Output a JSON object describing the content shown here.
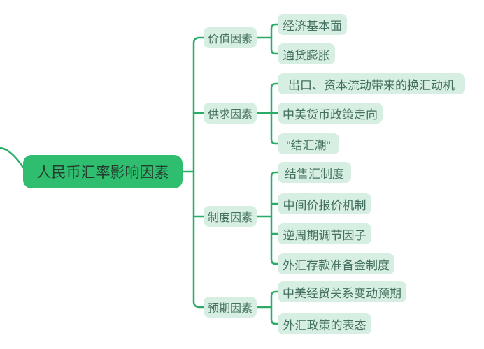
{
  "colors": {
    "root_fill": "#2fbe70",
    "root_text": "#253c2d",
    "node_fill": "#d7efe2",
    "node_text": "#44705f",
    "line": "#2bab68",
    "background": "#ffffff"
  },
  "mindmap": {
    "root": {
      "label": "人民币汇率影响因素"
    },
    "branches": [
      {
        "label": "价值因素",
        "children": [
          {
            "label": "经济基本面"
          },
          {
            "label": "通货膨胀"
          }
        ]
      },
      {
        "label": "供求因素",
        "children": [
          {
            "label": "出口、资本流动带来的换汇动机"
          },
          {
            "label": "中美货币政策走向"
          },
          {
            "label": "\"结汇潮\""
          }
        ]
      },
      {
        "label": "制度因素",
        "children": [
          {
            "label": "结售汇制度"
          },
          {
            "label": "中间价报价机制"
          },
          {
            "label": "逆周期调节因子"
          },
          {
            "label": "外汇存款准备金制度"
          }
        ]
      },
      {
        "label": "预期因素",
        "children": [
          {
            "label": "中美经贸关系变动预期"
          },
          {
            "label": "外汇政策的表态"
          }
        ]
      }
    ]
  }
}
